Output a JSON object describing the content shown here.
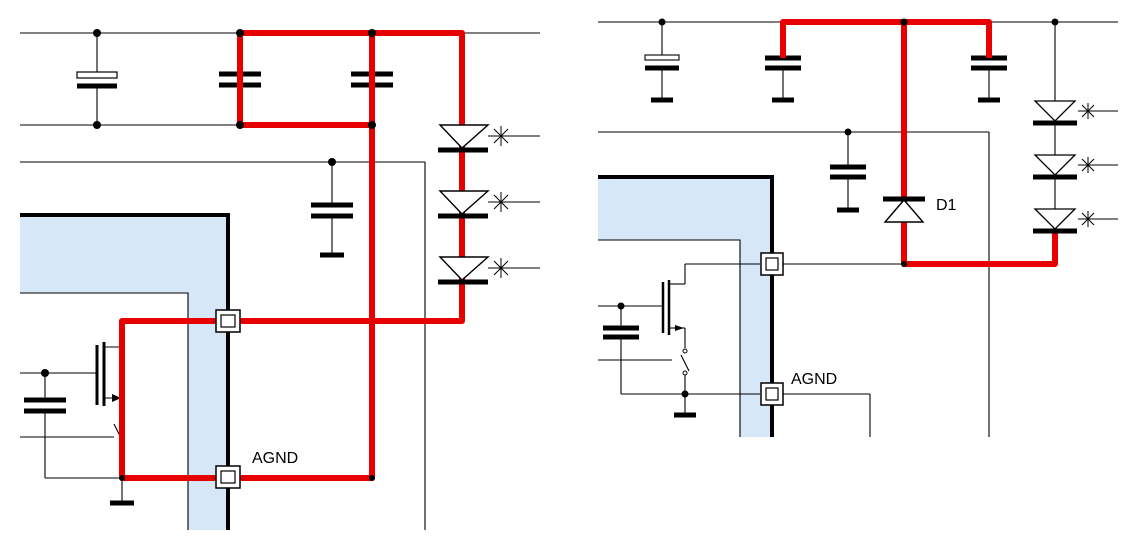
{
  "left_panel": {
    "pad_label": "AGND"
  },
  "right_panel": {
    "pad_label": "AGND",
    "diode_label": "D1"
  },
  "colors": {
    "highlight_path": "#e60000",
    "ground_plane": "#d6e8f7",
    "wire": "#000000"
  }
}
